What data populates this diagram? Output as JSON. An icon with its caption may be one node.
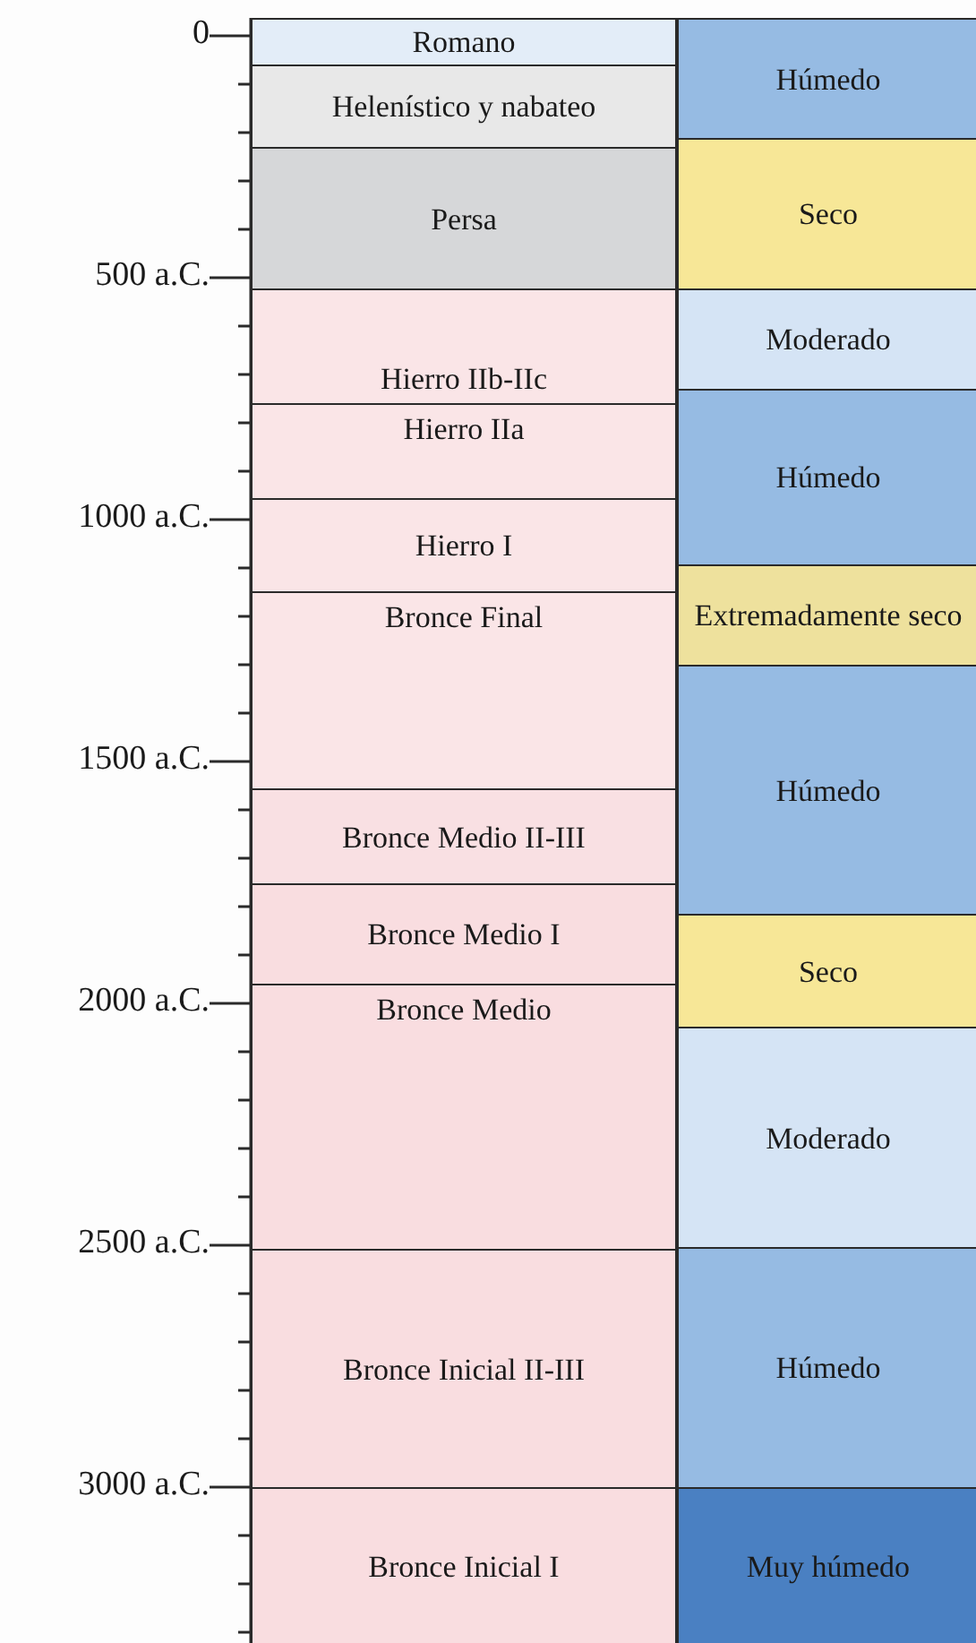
{
  "diagram": {
    "nodes": [
      {
        "text": [
          "Romano"
        ]
      },
      {
        "text": [
          "Helenístico y nabateo"
        ]
      },
      {
        "text": [
          "Persa"
        ]
      },
      {
        "text": [
          "Hierro IIb-IIc"
        ]
      },
      {
        "text": [
          "Hierro IIa"
        ]
      },
      {
        "text": [
          "Hierro I"
        ]
      },
      {
        "text": [
          "Bronce Final"
        ]
      },
      {
        "text": [
          "Bronce Medio II-III"
        ]
      },
      {
        "text": [
          "Bronce Medio I"
        ]
      },
      {
        "text": [
          "Bronce Medio"
        ]
      },
      {
        "text": [
          "Bronce Inicial II-III"
        ]
      },
      {
        "text": [
          "Bronce Inicial I"
        ]
      },
      {
        "text": [
          "Húmedo"
        ]
      },
      {
        "text": [
          "Seco"
        ]
      },
      {
        "text": [
          "Moderado"
        ]
      },
      {
        "text": [
          "Húmedo"
        ]
      },
      {
        "text": [
          "Extremadamente seco"
        ]
      },
      {
        "text": [
          "Húmedo"
        ]
      },
      {
        "text": [
          "Seco"
        ]
      },
      {
        "text": [
          "Moderado"
        ]
      },
      {
        "text": [
          "Húmedo"
        ]
      },
      {
        "text": [
          "Muy húmedo"
        ]
      }
    ],
    "labels": [
      "0",
      "500 a.C.",
      "1000 a.C.",
      "1500 a.C.",
      "2000 a.C.",
      "2500 a.C.",
      "3000 a.C."
    ]
  }
}
